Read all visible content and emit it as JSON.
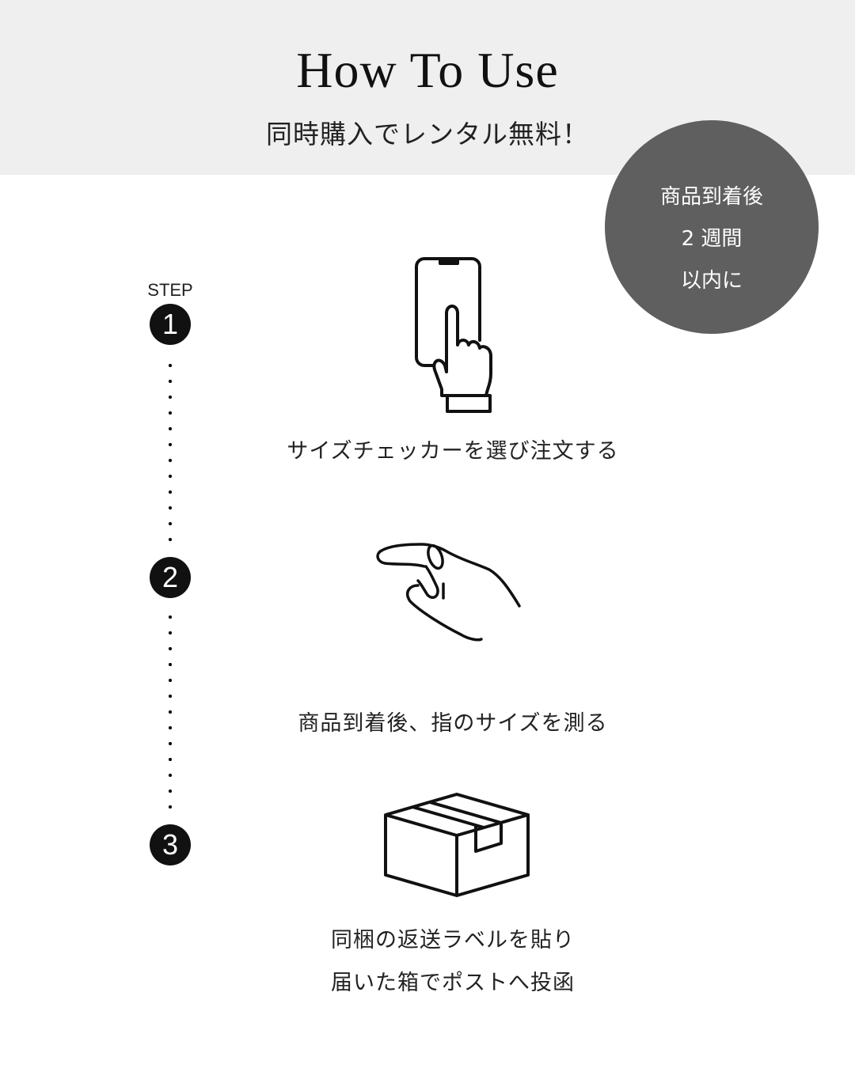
{
  "header": {
    "title": "How To Use",
    "subtitle": "同時購入でレンタル無料！"
  },
  "badge": {
    "lines": [
      "商品到着後",
      "2 週間",
      "以内に"
    ]
  },
  "steps": {
    "label": "STEP",
    "items": [
      {
        "number": "1",
        "icon": "phone-tap-icon",
        "caption": "サイズチェッカーを選び注文する"
      },
      {
        "number": "2",
        "icon": "finger-ring-icon",
        "caption": "商品到着後、指のサイズを測る"
      },
      {
        "number": "3",
        "icon": "box-icon",
        "caption_lines": [
          "同梱の返送ラベルを貼り",
          "届いた箱でポストへ投函"
        ]
      }
    ]
  },
  "colors": {
    "header_bg": "#efefef",
    "badge_bg": "#5f5f5f",
    "step_circle": "#111111"
  }
}
